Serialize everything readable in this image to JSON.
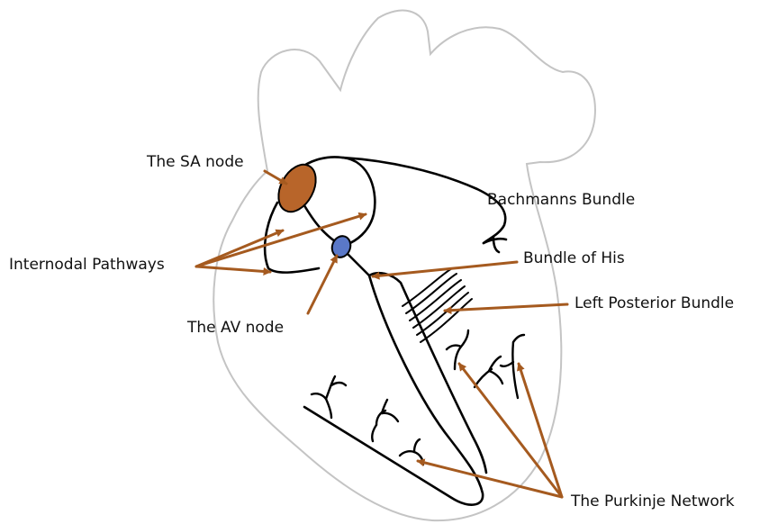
{
  "labels": {
    "sa_node": "The SA node",
    "internodal": "Internodal Pathways",
    "av_node": "The AV node",
    "bachmann": "Bachmanns Bundle",
    "his": "Bundle of His",
    "left_posterior": "Left Posterior Bundle",
    "purkinje": "The Purkinje Network"
  },
  "colors": {
    "heart_outline": "#c4c4c4",
    "conduction": "#000000",
    "arrow": "#a55a1f",
    "sa_node": "#b8652a",
    "av_node": "#5a78c8"
  }
}
